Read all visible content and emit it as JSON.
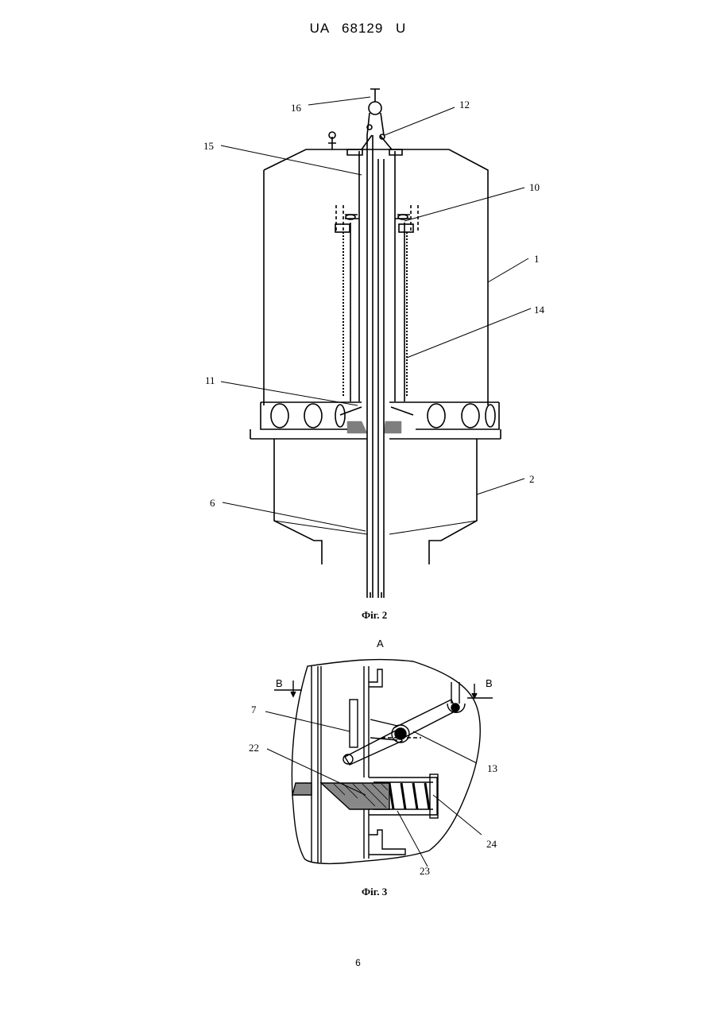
{
  "header": {
    "patent_number": "UA   68129   U"
  },
  "figure2": {
    "caption": "Фіг. 2",
    "labels": {
      "l16": "16",
      "l12": "12",
      "l15": "15",
      "l10": "10",
      "l1": "1",
      "l14": "14",
      "l11": "11",
      "l2": "2",
      "l6": "6"
    }
  },
  "figure3": {
    "caption": "Фіг. 3",
    "view_label": "A",
    "section_left": "B",
    "section_right": "B",
    "labels": {
      "l7": "7",
      "l22": "22",
      "l13": "13",
      "l24": "24",
      "l23": "23"
    }
  },
  "footer": {
    "page_number": "6"
  }
}
